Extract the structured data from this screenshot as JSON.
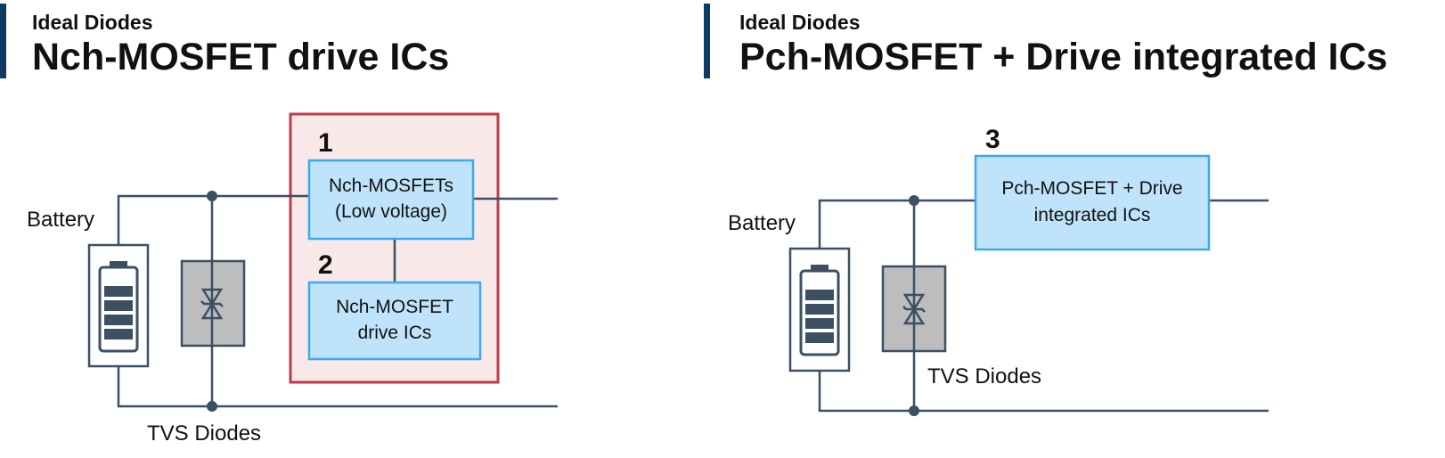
{
  "colors": {
    "accent": "#0e3a66",
    "wire": "#3d4f63",
    "box_fill": "#bfe3fa",
    "box_stroke": "#3daaee",
    "highlight_fill": "#f8e8e8",
    "highlight_stroke": "#c03a4c",
    "tvs_fill": "#bdbdbd"
  },
  "left": {
    "eyebrow": "Ideal Diodes",
    "title": "Nch-MOSFET drive ICs",
    "battery_label": "Battery",
    "tvs_label": "TVS Diodes",
    "block1": {
      "number": "1",
      "line1": "Nch-MOSFETs",
      "line2": "(Low voltage)"
    },
    "block2": {
      "number": "2",
      "line1": "Nch-MOSFET",
      "line2": "drive ICs"
    }
  },
  "right": {
    "eyebrow": "Ideal Diodes",
    "title": "Pch-MOSFET + Drive integrated ICs",
    "battery_label": "Battery",
    "tvs_label": "TVS Diodes",
    "block3": {
      "number": "3",
      "line1": "Pch-MOSFET + Drive",
      "line2": "integrated ICs"
    }
  }
}
